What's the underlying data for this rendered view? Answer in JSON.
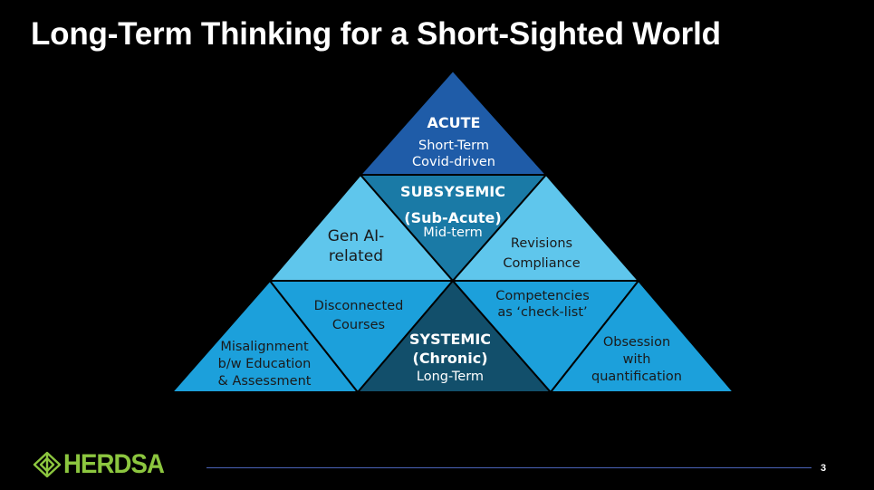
{
  "title": "Long-Term Thinking for a Short-Sighted World",
  "colors": {
    "acute": "#1f5ca8",
    "subsystemic": "#1a7aa6",
    "light": "#5fc6ec",
    "mid": "#1ca0db",
    "systemic": "#124f6b",
    "logo_green": "#8cc63f"
  },
  "segments": {
    "acute": {
      "heading": "ACUTE",
      "line1": "Short-Term",
      "line2": "Covid-driven"
    },
    "subsystemic": {
      "heading1": "SUBSYSEMIC",
      "heading2": "(Sub-Acute)",
      "line1": "Mid-term"
    },
    "gen_ai": {
      "line1": "Gen AI-",
      "line2": "related"
    },
    "revisions": {
      "line1": "Revisions",
      "line2": "Compliance"
    },
    "disconnected": {
      "line1": "Disconnected",
      "line2": "Courses"
    },
    "competencies": {
      "line1": "Competencies",
      "line2": "as ‘check-list’"
    },
    "systemic": {
      "heading1": "SYSTEMIC",
      "heading2": "(Chronic)",
      "line1": "Long-Term"
    },
    "misalignment": {
      "line1": "Misalignment",
      "line2": "b/w Education",
      "line3": "& Assessment"
    },
    "obsession": {
      "line1": "Obsession",
      "line2": "with",
      "line3": "quantification"
    }
  },
  "footer": {
    "logo_text": "HERDSA",
    "page_number": "3"
  }
}
